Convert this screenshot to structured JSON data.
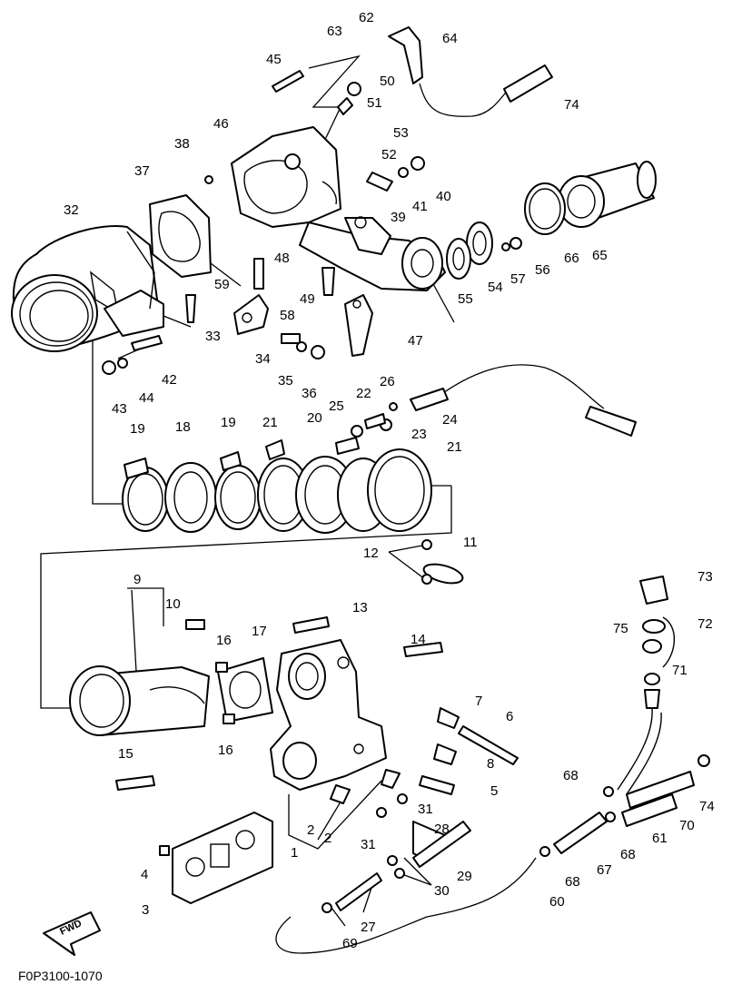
{
  "diagram": {
    "figure_code": "F0P3100-1070",
    "direction_label": "FWD",
    "callouts": [
      "1",
      "2",
      "3",
      "4",
      "5",
      "6",
      "7",
      "8",
      "9",
      "10",
      "11",
      "12",
      "13",
      "14",
      "15",
      "16",
      "17",
      "18",
      "19",
      "20",
      "21",
      "22",
      "23",
      "24",
      "25",
      "26",
      "27",
      "28",
      "29",
      "30",
      "31",
      "32",
      "33",
      "34",
      "35",
      "36",
      "37",
      "38",
      "39",
      "40",
      "41",
      "42",
      "43",
      "44",
      "45",
      "46",
      "47",
      "48",
      "49",
      "50",
      "51",
      "52",
      "53",
      "54",
      "55",
      "56",
      "57",
      "58",
      "59",
      "60",
      "61",
      "62",
      "63",
      "64",
      "65",
      "66",
      "67",
      "68",
      "69",
      "70",
      "71",
      "72",
      "73",
      "74",
      "75"
    ]
  }
}
